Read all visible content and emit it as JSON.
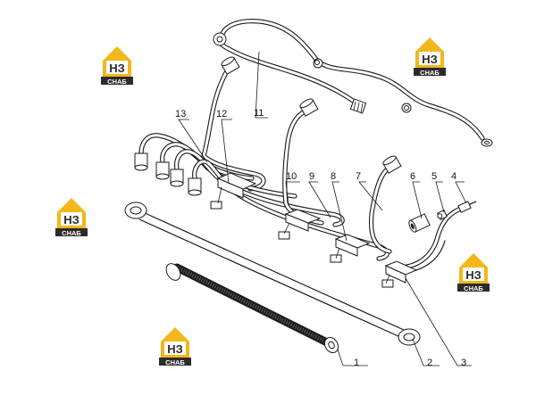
{
  "watermark": {
    "top_text": "НЗ",
    "bottom_text": "СНАБ",
    "colors": {
      "yellow": "#f2b71a",
      "dark": "#2b2b2b",
      "white": "#ffffff"
    }
  },
  "callouts": {
    "c1": "1",
    "c2": "2",
    "c3": "3",
    "c4": "4",
    "c5": "5",
    "c6": "6",
    "c7": "7",
    "c8": "8",
    "c9": "9",
    "c10": "10",
    "c11": "11",
    "c12": "12",
    "c13": "13"
  }
}
